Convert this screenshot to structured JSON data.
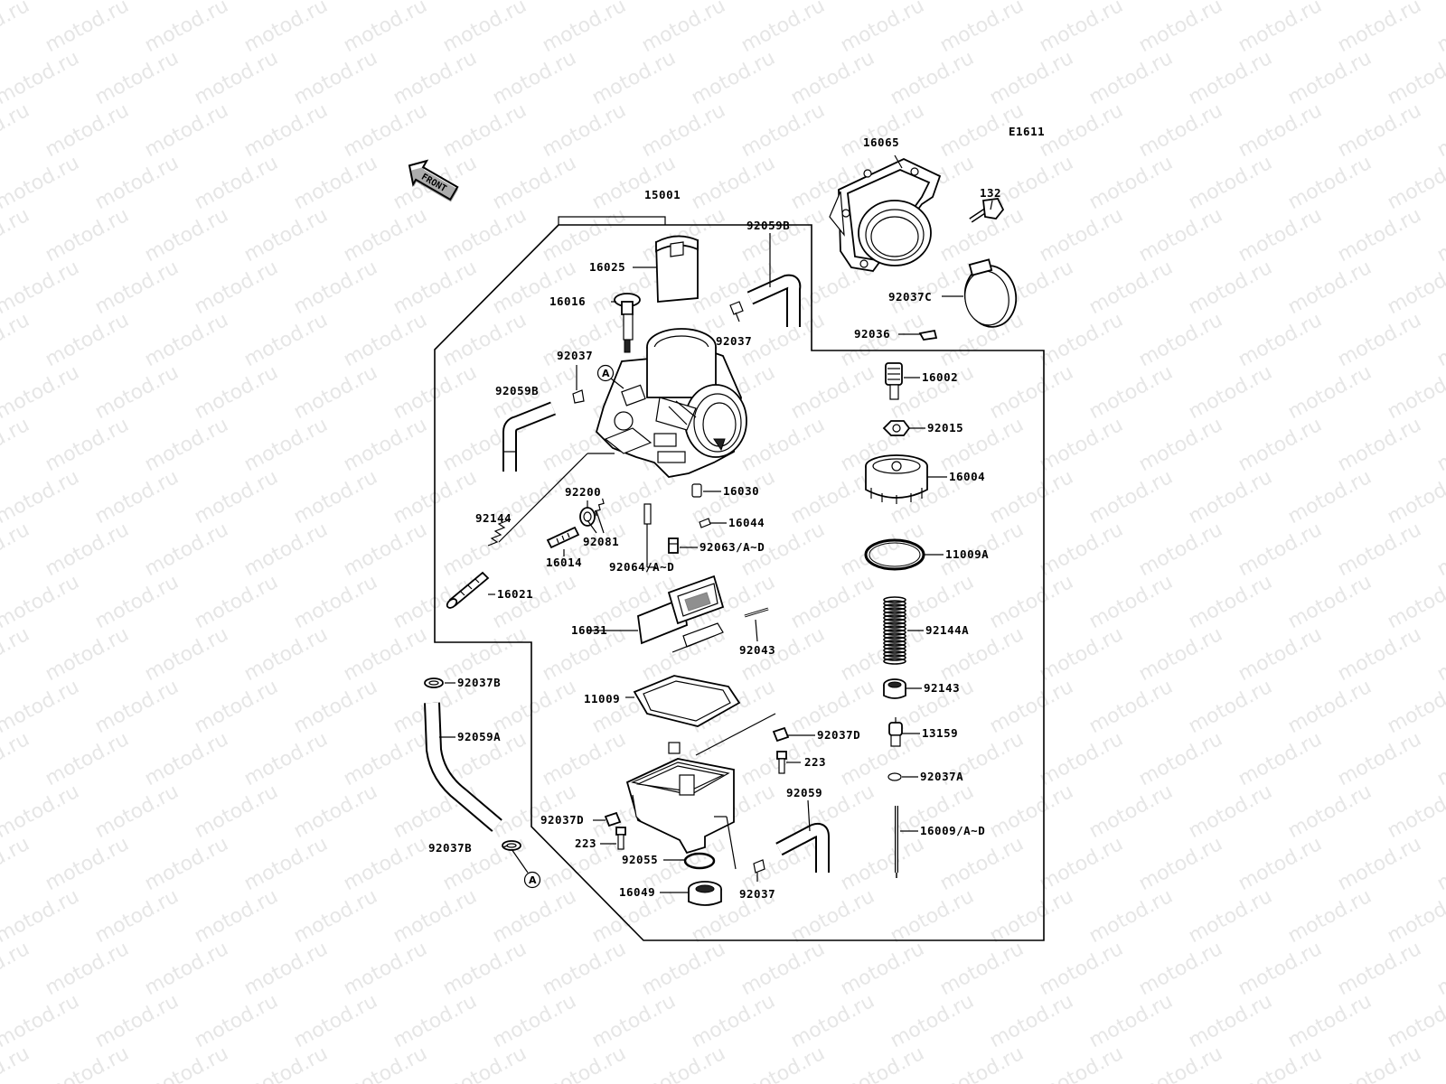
{
  "diagram_code": "E1611",
  "front_label": "FRONT",
  "callout_a": "A",
  "watermark": "motod.ru",
  "labels": {
    "l15001": "15001",
    "l16065": "16065",
    "l132": "132",
    "l92037C": "92037C",
    "l92036": "92036",
    "l16025": "16025",
    "l16016": "16016",
    "l92059B_top": "92059B",
    "l92037_top": "92037",
    "l92037_left": "92037",
    "l92059B_left": "92059B",
    "l16002": "16002",
    "l92015": "92015",
    "l16004": "16004",
    "l16030": "16030",
    "l16044": "16044",
    "l92063": "92063/A~D",
    "l92064": "92064/A~D",
    "l92200": "92200",
    "l92081": "92081",
    "l92144": "92144",
    "l16014": "16014",
    "l16021": "16021",
    "l11009A": "11009A",
    "l16031": "16031",
    "l92043": "92043",
    "l92144A": "92144A",
    "l92143": "92143",
    "l11009": "11009",
    "l13159": "13159",
    "l92037B_top": "92037B",
    "l92059A": "92059A",
    "l92037D_right": "92037D",
    "l223_right": "223",
    "l92037A": "92037A",
    "l92059": "92059",
    "l92037D_left": "92037D",
    "l16009": "16009/A~D",
    "l223_left": "223",
    "l92037B_bot": "92037B",
    "l92055": "92055",
    "l16049": "16049",
    "l92037_bot": "92037"
  }
}
